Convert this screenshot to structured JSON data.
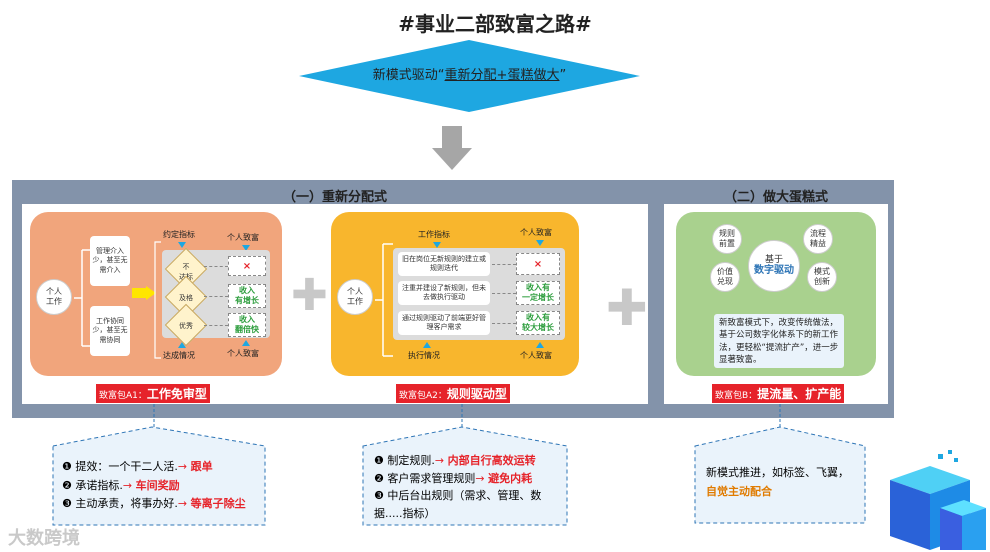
{
  "title": "#事业二部致富之路#",
  "banner": {
    "prefix": "新模式驱动“",
    "highlight": "重新分配+蛋糕做大",
    "suffix": "”"
  },
  "section1": {
    "title": "（一）重新分配式",
    "a1": {
      "person": "个人\n工作",
      "top_box": "管理介入少，甚至无需介入",
      "bottom_box": "工作协同少，甚至无需协同",
      "top_label": "约定指标",
      "top_right_label": "个人致富",
      "bottom_label": "达成情况",
      "bottom_right_label": "个人致富",
      "diamonds": [
        "不\n达标",
        "及格",
        "优秀"
      ],
      "results": [
        "×",
        "收入\n有增长",
        "收入\n翻倍快"
      ],
      "tag_prefix": "致富包A1：",
      "tag_main": "工作免审型"
    },
    "a2": {
      "person": "个人\n工作",
      "top_label": "工作指标",
      "top_right_label": "个人致富",
      "bottom_label": "执行情况",
      "bottom_right_label": "个人致富",
      "rows": [
        "旧在岗位无新规则的建立或规则迭代",
        "注重并建设了新规则，但未去做执行驱动",
        "通过规则驱动了前端更好管理客户需求"
      ],
      "results": [
        "×",
        "收入有\n一定增长",
        "收入有\n较大增长"
      ],
      "tag_prefix": "致富包A2：",
      "tag_main": "规则驱动型"
    }
  },
  "section2": {
    "title": "（二）做大蛋糕式",
    "b": {
      "center": "基于",
      "center2": "数字驱动",
      "c1": "规则\n前置",
      "c2": "流程\n精益",
      "c3": "价值\n兑现",
      "c4": "模式\n创新",
      "desc": "新致富模式下，改变传统做法，基于公司数字化体系下的新工作法，更轻松“提流扩产”，进一步显著致富。",
      "tag_prefix": "致富包B：",
      "tag_main": "提流量、扩产能"
    }
  },
  "notes": {
    "n1": [
      {
        "num": "❶",
        "text": "提效：一个干二人活.",
        "arrow": "→",
        "hl": "跟单"
      },
      {
        "num": "❷",
        "text": "承诺指标.",
        "arrow": "→",
        "hl": "车间奖励"
      },
      {
        "num": "❸",
        "text": "主动承责，将事办好.",
        "arrow": "→",
        "hl": "等离子除尘"
      }
    ],
    "n2": [
      {
        "num": "❶",
        "text": "制定规则.",
        "arrow": "→",
        "hl": "内部自行高效运转"
      },
      {
        "num": "❷",
        "text": "客户需求管理规则",
        "arrow": "→",
        "hl": "避免内耗"
      },
      {
        "num": "❸",
        "text": "中后台出规则（需求、管理、数据.....指标）",
        "arrow": "",
        "hl": ""
      }
    ],
    "n3": {
      "text": "新模式推进，如标签、飞翼，",
      "hl": "自觉主动配合"
    }
  },
  "watermark": "大数跨境",
  "colors": {
    "accent_red": "#e6232a",
    "a1": "#f1a57c",
    "a2": "#f8b62d",
    "b": "#a9d18e",
    "frame": "#8393aa",
    "diamond": "#1ea7e1"
  }
}
